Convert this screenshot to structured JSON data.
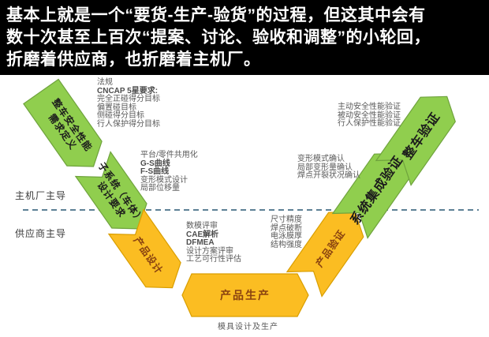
{
  "header": {
    "lines": [
      "基本上就是一个“要货-生产-验货”的过程，但这其中会有",
      "数十次甚至上百次“提案、讨论、验收和调整”的小轮回，",
      "折磨着供应商，也折磨着主机厂。"
    ]
  },
  "diagram": {
    "lane_labels": {
      "top": "主机厂主导",
      "bottom": "供应商主导"
    },
    "arrows": {
      "vehicle_requirements": {
        "lines": [
          "整车安全性能",
          "需求定义"
        ]
      },
      "subsystem_design": {
        "lines": [
          "子系统（车体）",
          "设计要求"
        ]
      },
      "product_design": {
        "label": "产品设计"
      },
      "product_production": {
        "label": "产品生产"
      },
      "product_verify": {
        "label": "产品验证"
      },
      "system_integration_verify": {
        "label": "系统集成验证"
      },
      "vehicle_verify": {
        "label": "整车验证"
      }
    },
    "annotations": {
      "regulations": {
        "lines": [
          "法规",
          "CNCAP 5星要求:",
          "完全正碰得分目标",
          "偏置碰目标",
          "侧碰得分目标",
          "行人保护得分目标"
        ]
      },
      "platform": {
        "lines": [
          "平台/零件共用化",
          "G-S曲线",
          "F-S曲线",
          "变形模式设计",
          "局部位移量"
        ]
      },
      "design_review": {
        "lines": [
          "数模评审",
          "CAE解析",
          "DFMEA",
          "设计方案评审",
          "工艺可行性评估"
        ]
      },
      "quality_checks": {
        "lines": [
          "尺寸精度",
          "焊点破断",
          "电泳膜厚",
          "结构强度"
        ]
      },
      "confirmation": {
        "lines": [
          "变形模式确认",
          "局部变形量确认",
          "焊点开裂状况确认"
        ]
      },
      "safety_verification": {
        "lines": [
          "主动安全性能验证",
          "被动安全性能验证",
          "行人保护性能验证"
        ]
      }
    },
    "production_caption": "模具设计及生产",
    "colors": {
      "green": "#90CE4E",
      "green_stroke": "#6FA33D",
      "orange": "#FBBD22",
      "orange_stroke": "#D99E00",
      "dashed_line": "#5D8096"
    }
  }
}
